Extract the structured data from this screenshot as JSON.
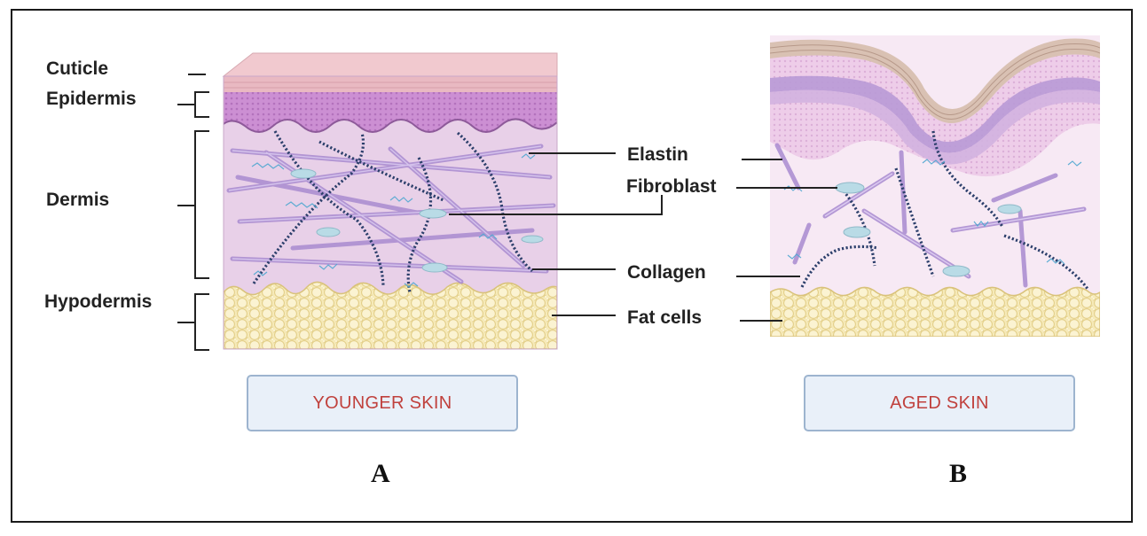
{
  "layers": {
    "cuticle": "Cuticle",
    "epidermis": "Epidermis",
    "dermis": "Dermis",
    "hypodermis": "Hypodermis"
  },
  "callouts": {
    "elastin": "Elastin",
    "fibroblast": "Fibroblast",
    "collagen": "Collagen",
    "fat_cells": "Fat cells"
  },
  "panels": {
    "a": {
      "caption": "YOUNGER SKIN",
      "letter": "A"
    },
    "b": {
      "caption": "AGED SKIN",
      "letter": "B"
    }
  },
  "colors": {
    "cuticle": "#e9b9c2",
    "epidermis": "#c98ad0",
    "dermis": "#ead3ea",
    "aged_dermis": "#f7e9f4",
    "fat": "#f4e6b0",
    "elastin_fiber": "#a98bd0",
    "collagen_fiber": "#2c3f6b",
    "fibroblast": "#b9dbe6",
    "caption_text": "#c0413d",
    "caption_border": "#9db4cf",
    "caption_fill": "#e9f0f9"
  }
}
